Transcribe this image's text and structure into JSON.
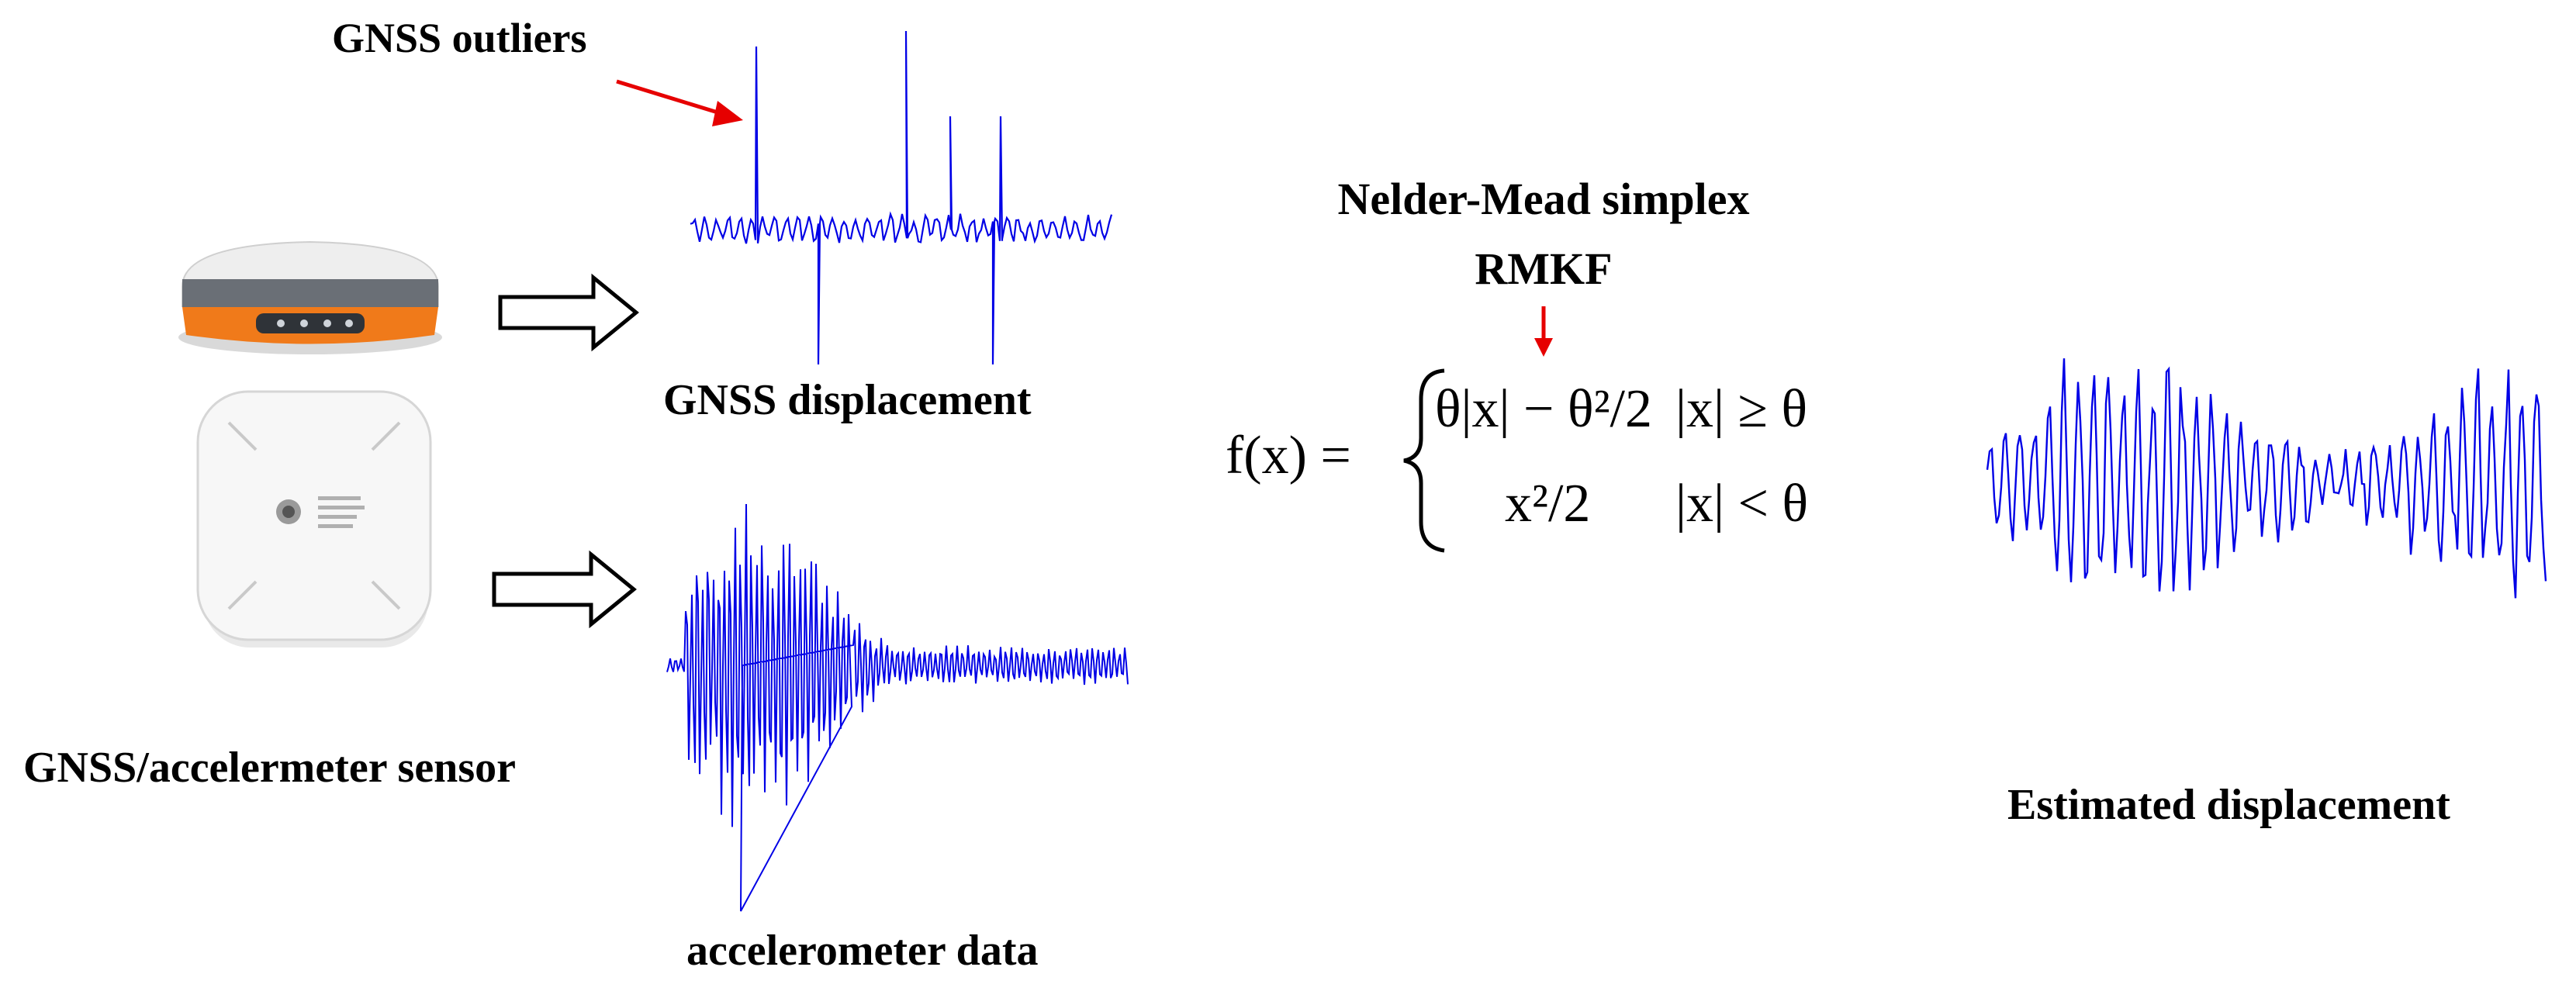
{
  "labels": {
    "gnss_outliers": "GNSS outliers",
    "gnss_displacement": "GNSS displacement",
    "sensor": "GNSS/accelermeter sensor",
    "accelerometer_data": "accelerometer data",
    "method_line1": "Nelder-Mead simplex",
    "method_line2": "RMKF",
    "estimated_displacement": "Estimated displacement"
  },
  "formula": {
    "lhs": "f(x) =",
    "case1_expr": "θ|x| − θ²/2",
    "case1_cond": "|x| ≥ θ",
    "case2_expr": "x²/2",
    "case2_cond": "|x| < θ"
  },
  "colors": {
    "signal": "#0000e6",
    "arrow_red": "#e60000",
    "device_orange": "#f07a1a",
    "device_dark": "#5a5f66",
    "device_white": "#f2f2f2"
  }
}
